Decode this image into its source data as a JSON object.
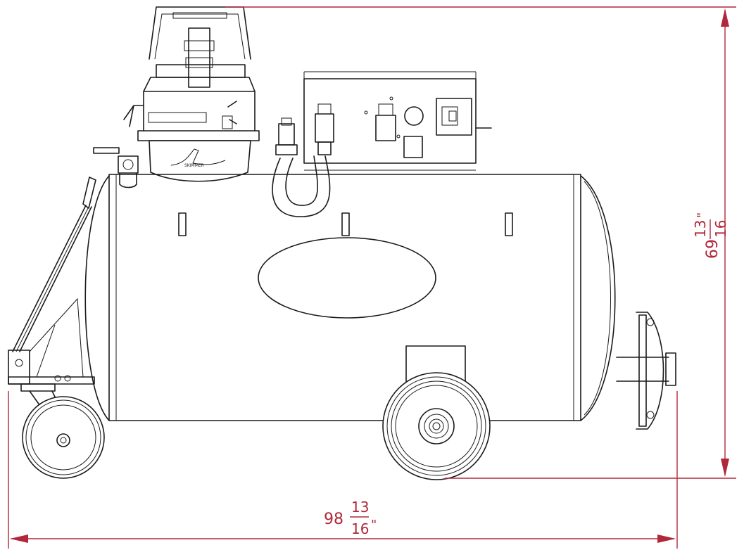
{
  "dimensions": {
    "width": {
      "whole": "98",
      "numerator": "13",
      "denominator": "16",
      "unit": "\""
    },
    "height": {
      "whole": "69",
      "numerator": "13",
      "denominator": "16",
      "unit": "\""
    }
  },
  "colors": {
    "dimension": "#b0283a",
    "outline": "#1a1a1a",
    "background": "#ffffff"
  },
  "logo_text": "SKIMMER"
}
